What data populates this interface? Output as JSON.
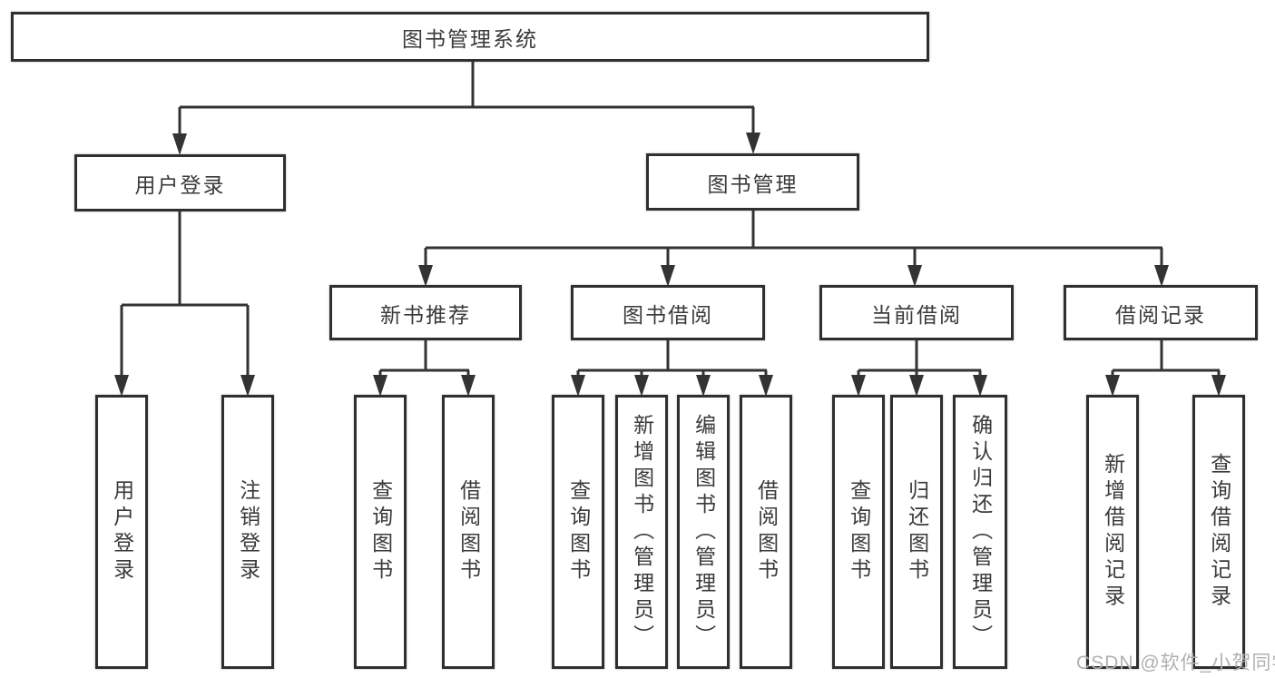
{
  "tree": {
    "root": {
      "label": "图书管理系统",
      "children": [
        {
          "label": "用户登录",
          "children": [
            {
              "label": "用户登录"
            },
            {
              "label": "注销登录"
            }
          ]
        },
        {
          "label": "图书管理",
          "children": [
            {
              "label": "新书推荐",
              "children": [
                {
                  "label": "查询图书"
                },
                {
                  "label": "借阅图书"
                }
              ]
            },
            {
              "label": "图书借阅",
              "children": [
                {
                  "label": "查询图书"
                },
                {
                  "label": "新增图书（管理员）"
                },
                {
                  "label": "编辑图书（管理员）"
                },
                {
                  "label": "借阅图书"
                }
              ]
            },
            {
              "label": "当前借阅",
              "children": [
                {
                  "label": "查询图书"
                },
                {
                  "label": "归还图书"
                },
                {
                  "label": "确认归还（管理员）"
                }
              ]
            },
            {
              "label": "借阅记录",
              "children": [
                {
                  "label": "新增借阅记录"
                },
                {
                  "label": "查询借阅记录"
                }
              ]
            }
          ]
        }
      ]
    }
  },
  "watermark": {
    "text": "CSDN @软件_小贺同学"
  },
  "colors": {
    "line": "#333333",
    "border": "#2f2f2f",
    "text": "#3a3a3a",
    "watermark": "#b0b0b0",
    "background": "#ffffff"
  }
}
